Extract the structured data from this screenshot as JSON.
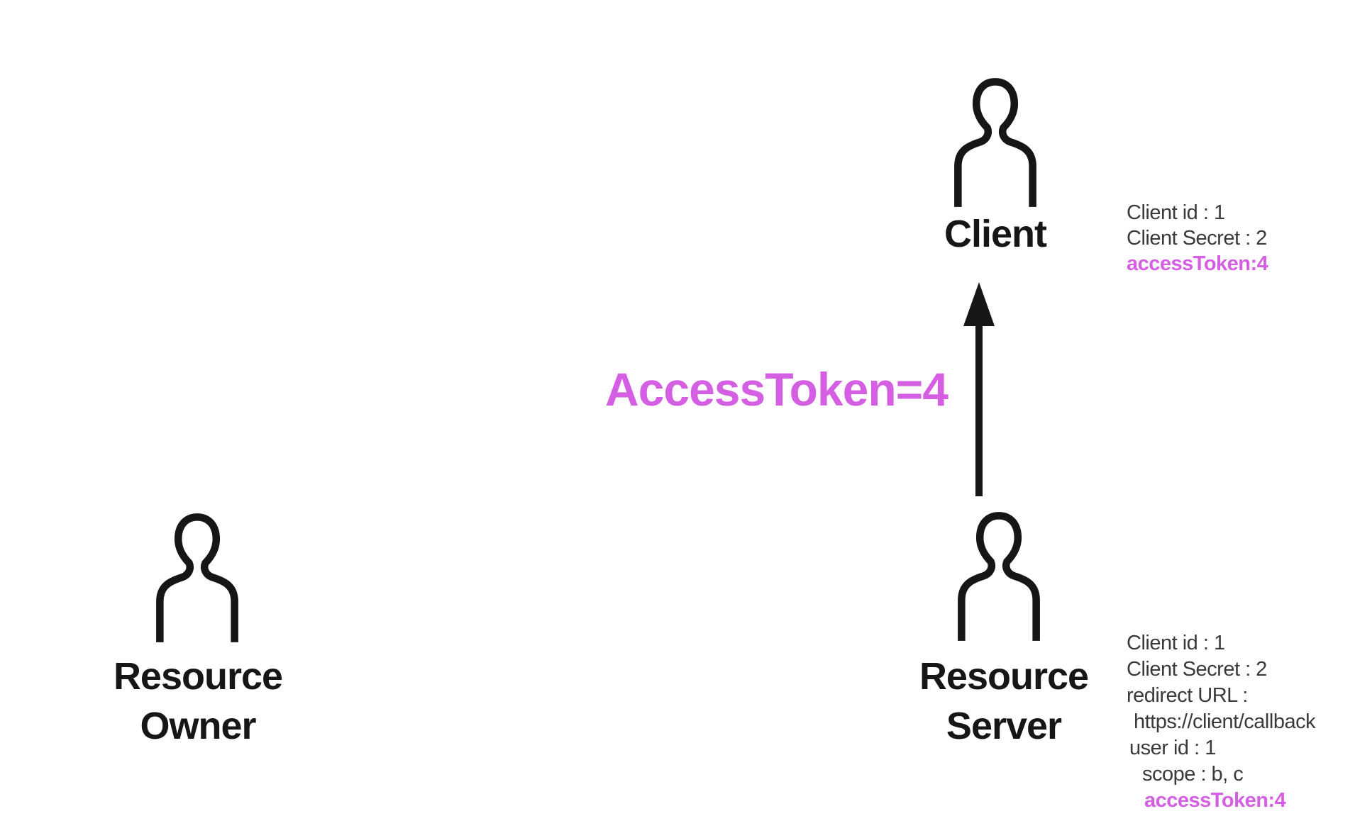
{
  "colors": {
    "background": "#ffffff",
    "ink": "#161616",
    "annotation_text": "#3a3a3a",
    "accent": "#d45fe3"
  },
  "actors": {
    "client": {
      "icon": "person-icon",
      "lines": [
        "Client"
      ]
    },
    "resource_owner": {
      "icon": "person-icon",
      "lines": [
        "Resource",
        "Owner"
      ]
    },
    "resource_server": {
      "icon": "person-icon",
      "lines": [
        "Resource",
        "Server"
      ]
    }
  },
  "edge": {
    "label": "AccessToken=4",
    "direction": "up"
  },
  "client_info": {
    "lines": [
      {
        "text": "Client id : 1"
      },
      {
        "text": "Client Secret : 2"
      },
      {
        "text": "accessToken:4"
      }
    ]
  },
  "server_info": {
    "lines": [
      {
        "text": "Client id : 1"
      },
      {
        "text": "Client Secret : 2"
      },
      {
        "text": "redirect URL :"
      },
      {
        "text": "https://client/callback"
      },
      {
        "text": "user id : 1"
      },
      {
        "text": "scope : b, c"
      },
      {
        "text": "accessToken:4"
      }
    ]
  }
}
